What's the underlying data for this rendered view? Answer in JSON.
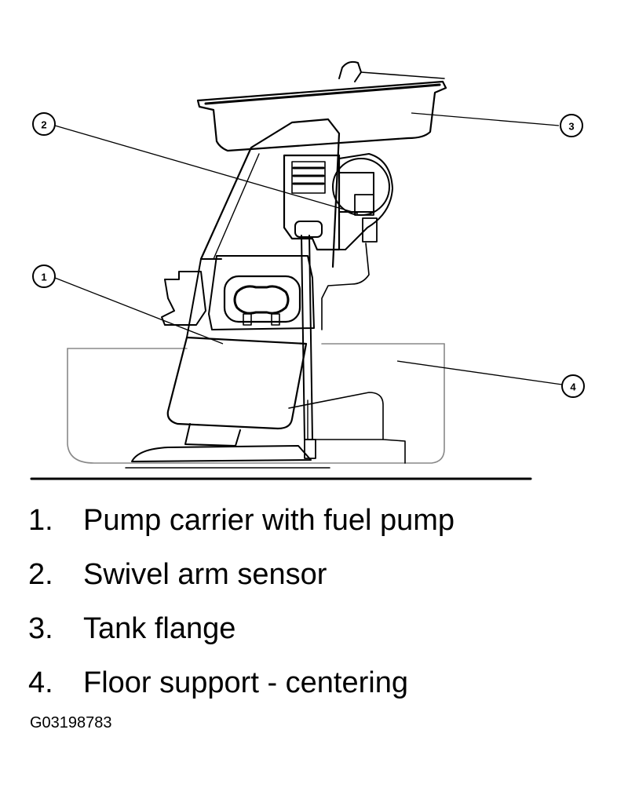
{
  "callouts": [
    {
      "num": "1"
    },
    {
      "num": "2"
    },
    {
      "num": "3"
    },
    {
      "num": "4"
    }
  ],
  "legend": [
    {
      "num": "1.",
      "text": "Pump carrier with fuel pump"
    },
    {
      "num": "2.",
      "text": "Swivel arm sensor"
    },
    {
      "num": "3.",
      "text": "Tank flange"
    },
    {
      "num": "4.",
      "text": "Floor support - centering"
    }
  ],
  "figure_id": "G03198783"
}
